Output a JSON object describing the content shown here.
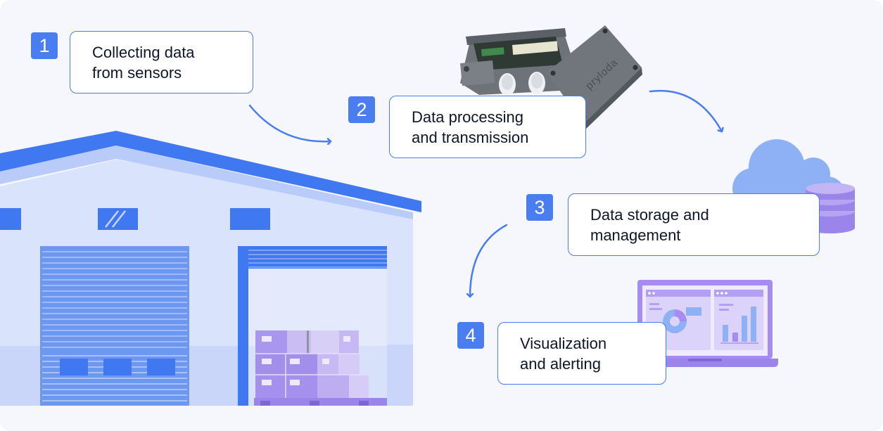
{
  "colors": {
    "accent": "#4a7df0",
    "text": "#0f1628",
    "warehouse_light": "#d9e3fb",
    "warehouse_mid": "#c4d3f8",
    "cloud": "#8eb0f4",
    "database": "#9b85ea",
    "boxes": "#b7a6ef",
    "laptop": "#a68cf0"
  },
  "device": {
    "brand_text": "pryloda"
  },
  "steps": [
    {
      "number": "1",
      "line1": "Collecting data",
      "line2": "from sensors"
    },
    {
      "number": "2",
      "line1": "Data processing",
      "line2": "and transmission"
    },
    {
      "number": "3",
      "line1": "Data storage and",
      "line2": "management"
    },
    {
      "number": "4",
      "line1": "Visualization",
      "line2": "and alerting"
    }
  ],
  "icons": [
    "warehouse-illustration",
    "sensor-device-icon",
    "cloud-icon",
    "database-icon",
    "laptop-dashboard-icon",
    "flow-arrow-icon"
  ]
}
